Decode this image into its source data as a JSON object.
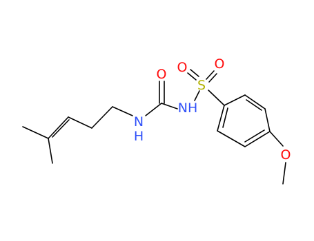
{
  "molecule": {
    "atoms": {
      "O_carbonyl": {
        "label": "O",
        "color": "#ff0d0d"
      },
      "N_left": {
        "label": "N",
        "h_label": "H",
        "color": "#3050f8"
      },
      "N_right": {
        "label": "NH",
        "color": "#3050f8"
      },
      "S": {
        "label": "S",
        "color": "#b2b200"
      },
      "O_sulfonyl_left": {
        "label": "O",
        "color": "#ff0d0d"
      },
      "O_sulfonyl_right": {
        "label": "O",
        "color": "#ff0d0d"
      },
      "O_methoxy": {
        "label": "O",
        "color": "#ff0d0d"
      }
    },
    "bond_color": "#000000",
    "background": "#ffffff"
  }
}
